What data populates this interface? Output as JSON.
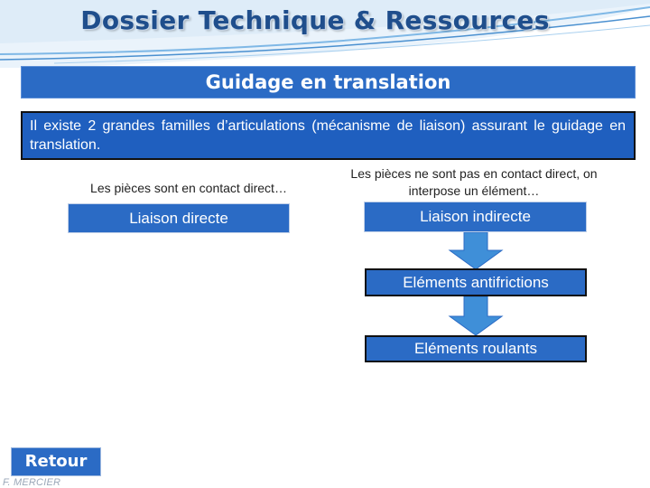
{
  "header": {
    "title": "Dossier Technique & Ressources"
  },
  "section": {
    "subtitle": "Guidage en translation"
  },
  "intro": {
    "text": "Il existe 2 grandes familles d’articulations (mécanisme de liaison) assurant le guidage en translation."
  },
  "left": {
    "caption": "Les pièces sont en contact direct…",
    "box_label": "Liaison directe"
  },
  "right": {
    "caption": "Les pièces ne sont pas en contact direct, on interpose un élément…",
    "box_label": "Liaison indirecte",
    "steps": [
      "Eléments antifrictions",
      "Eléments roulants"
    ]
  },
  "footer": {
    "back_label": "Retour",
    "author": "F. MERCIER"
  },
  "colors": {
    "title": "#1f4e8c",
    "box_blue": "#2b6bc5",
    "arrow_blue": "#3f8fd8"
  }
}
